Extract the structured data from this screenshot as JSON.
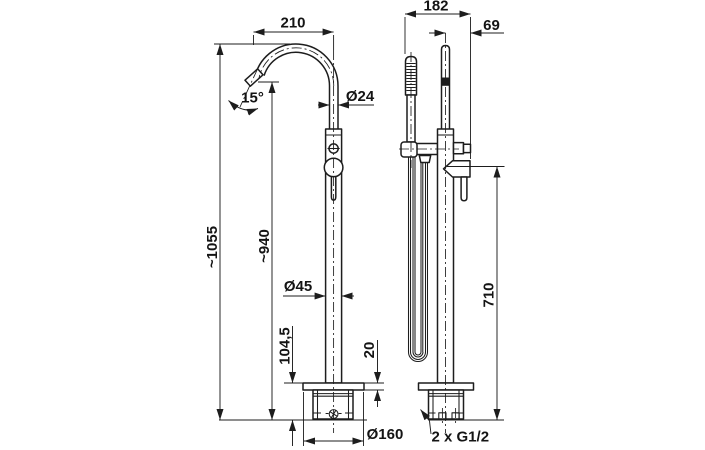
{
  "drawing": {
    "background": "#ffffff",
    "line_color": "#1d1d1d",
    "views": {
      "front": {
        "dimensions": {
          "spout_reach": "210",
          "spout_angle": "15°",
          "spout_diameter": "Ø24",
          "overall_height": "~1055",
          "spout_outlet_height": "~940",
          "column_diameter": "Ø45",
          "base_height": "104,5",
          "base_plate_thickness": "20",
          "base_diameter": "Ø160"
        }
      },
      "side": {
        "dimensions": {
          "overall_depth": "182",
          "handle_projection": "69",
          "hand_shower_outlet_height": "710",
          "connections": "2 x G1/2"
        }
      }
    }
  }
}
